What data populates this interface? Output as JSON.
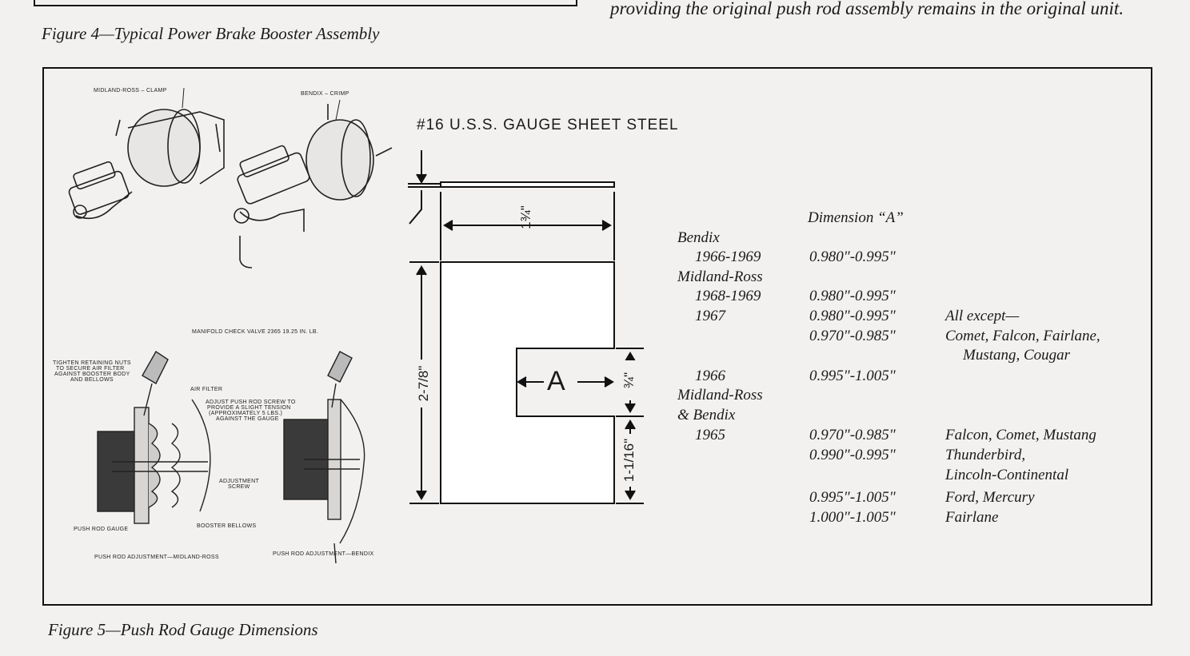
{
  "figure4_caption": "Figure 4—Typical Power Brake Booster Assembly",
  "top_text": "providing the original push rod assembly remains in the original unit.",
  "figure5_caption": "Figure 5—Push Rod Gauge Dimensions",
  "illustration_labels": {
    "midland_ross_clamp": "MIDLAND-ROSS – CLAMP",
    "bendix_crimp": "BENDIX – CRIMP",
    "manifold_check_valve": "MANIFOLD CHECK VALVE 2365 19.25 IN. LB.",
    "tighten_nuts_1": "TIGHTEN RETAINING NUTS",
    "tighten_nuts_2": "TO SECURE AIR FILTER",
    "tighten_nuts_3": "AGAINST BOOSTER BODY",
    "tighten_nuts_4": "AND BELLOWS",
    "air_filter": "AIR FILTER",
    "adjust_1": "ADJUST PUSH ROD SCREW TO",
    "adjust_2": "PROVIDE A SLIGHT TENSION",
    "adjust_3": "(APPROXIMATELY 5 LBS.)",
    "adjust_4": "AGAINST THE GAUGE",
    "adjustment_screw_1": "ADJUSTMENT",
    "adjustment_screw_2": "SCREW",
    "push_rod_gauge": "PUSH ROD GAUGE",
    "booster_bellows": "BOOSTER BELLOWS",
    "adj_midland": "PUSH ROD ADJUSTMENT—MIDLAND-ROSS",
    "adj_bendix": "PUSH ROD ADJUSTMENT—BENDIX"
  },
  "gauge": {
    "material": "#16 U.S.S. GAUGE SHEET STEEL",
    "width": "1¾\"",
    "height": "2-7/8\"",
    "notch_height": "¾\"",
    "notch_offset": "1-1/16\"",
    "notch_label": "A"
  },
  "table": {
    "header": "Dimension “A”",
    "rows": [
      {
        "col1": "Bendix",
        "dim": "",
        "note": ""
      },
      {
        "col1": "1966-1969",
        "dim": "0.980\"-0.995\"",
        "note": ""
      },
      {
        "col1": "Midland-Ross",
        "dim": "",
        "note": ""
      },
      {
        "col1": "1968-1969",
        "dim": "0.980\"-0.995\"",
        "note": ""
      },
      {
        "col1": "1967",
        "dim": "0.980\"-0.995\"",
        "note": "All except—"
      },
      {
        "col1": "",
        "dim": "0.970\"-0.985\"",
        "note": "Comet, Falcon, Fairlane,"
      },
      {
        "col1": "",
        "dim": "",
        "note": "Mustang, Cougar"
      },
      {
        "col1": "1966",
        "dim": "0.995\"-1.005\"",
        "note": ""
      },
      {
        "col1": "Midland-Ross",
        "dim": "",
        "note": ""
      },
      {
        "col1": "& Bendix",
        "dim": "",
        "note": ""
      },
      {
        "col1": "1965",
        "dim": "0.970\"-0.985\"",
        "note": "Falcon, Comet, Mustang"
      },
      {
        "col1": "",
        "dim": "0.990\"-0.995\"",
        "note": "Thunderbird,"
      },
      {
        "col1": "",
        "dim": "",
        "note": "Lincoln-Continental"
      },
      {
        "col1": "",
        "dim": "0.995\"-1.005\"",
        "note": "Ford, Mercury"
      },
      {
        "col1": "",
        "dim": "1.000\"-1.005\"",
        "note": "Fairlane"
      }
    ]
  }
}
